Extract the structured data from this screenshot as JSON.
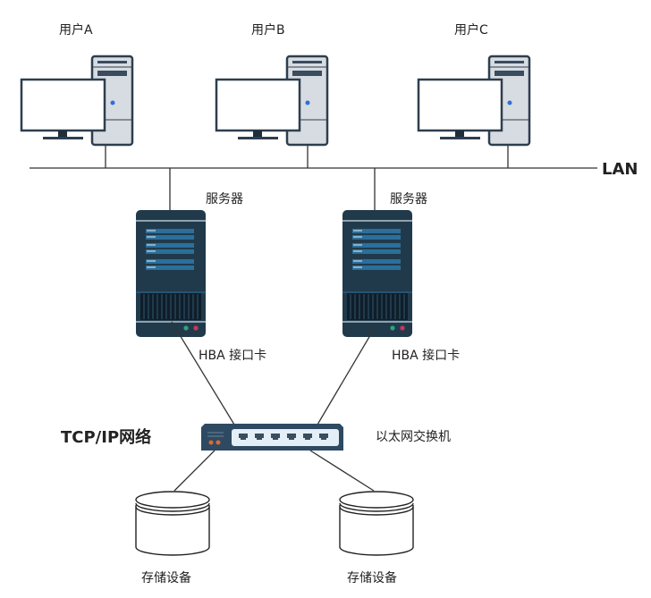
{
  "users": [
    {
      "label": "用户A"
    },
    {
      "label": "用户B"
    },
    {
      "label": "用户C"
    }
  ],
  "lan_label": "LAN",
  "servers": [
    {
      "label": "服务器",
      "hba": "HBA 接口卡"
    },
    {
      "label": "服务器",
      "hba": "HBA 接口卡"
    }
  ],
  "network_label": "TCP/IP网络",
  "switch_label": "以太网交换机",
  "storage": [
    {
      "label": "存储设备"
    },
    {
      "label": "存储设备"
    }
  ],
  "colors": {
    "server": "#213a4b",
    "server_slot": "#2b6f9a",
    "computer_frame": "#2e3e4e",
    "tower": "#d7dce2",
    "led_blue": "#2f6fd8",
    "led_green": "#2fa37a",
    "led_red": "#c8385a",
    "switch_led": "#e06a2a",
    "switch_panel": "#e3eef7"
  }
}
